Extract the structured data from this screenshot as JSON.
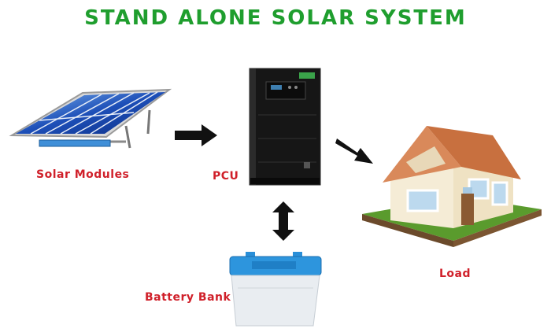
{
  "title": "STAND ALONE SOLAR SYSTEM",
  "components": {
    "solar_modules": {
      "label": "Solar Modules",
      "icon": "solar-panel-icon"
    },
    "pcu": {
      "label": "PCU",
      "icon": "power-conditioning-unit-icon"
    },
    "load": {
      "label": "Load",
      "icon": "house-icon"
    },
    "battery_bank": {
      "label": "Battery Bank",
      "icon": "battery-icon"
    }
  },
  "connections": [
    {
      "from": "solar_modules",
      "to": "pcu",
      "direction": "one-way"
    },
    {
      "from": "pcu",
      "to": "load",
      "direction": "one-way"
    },
    {
      "from": "pcu",
      "to": "battery_bank",
      "direction": "two-way"
    }
  ],
  "colors": {
    "title": "#1f9e2e",
    "labels": "#d0202a",
    "arrows": "#111111"
  }
}
